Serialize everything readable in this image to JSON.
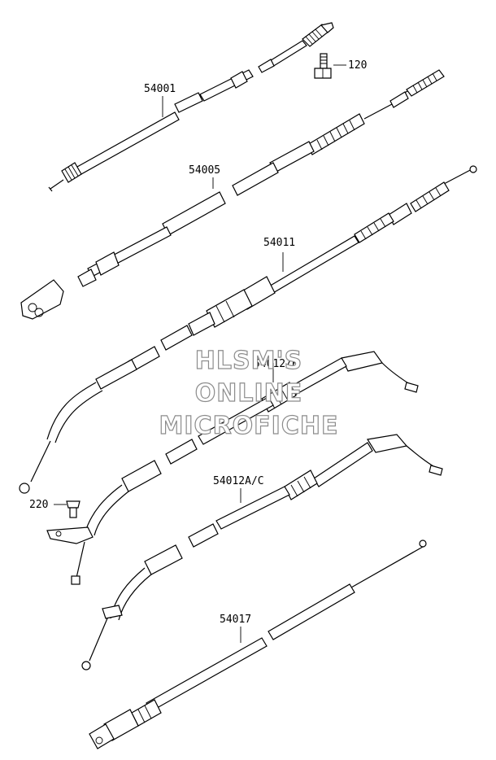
{
  "parts": [
    {
      "id": "cable-54001",
      "label": "54001"
    },
    {
      "id": "bolt-120",
      "label": "120"
    },
    {
      "id": "cable-54005",
      "label": "54005"
    },
    {
      "id": "cable-54011",
      "label": "54011"
    },
    {
      "id": "cable-54012b",
      "label": "54012/B"
    },
    {
      "id": "screw-220",
      "label": "220"
    },
    {
      "id": "cable-54012ac",
      "label": "54012A/C"
    },
    {
      "id": "cable-54017",
      "label": "54017"
    }
  ],
  "watermark": {
    "line1": "HLSM'S",
    "line2": "ONLINE",
    "line3": "MICROFICHE"
  }
}
